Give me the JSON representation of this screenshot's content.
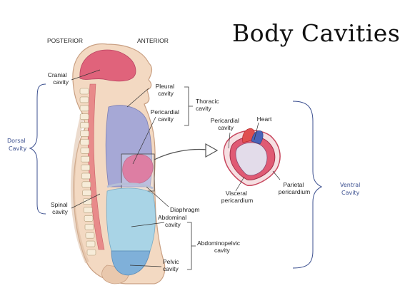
{
  "title": "Body Cavities",
  "orientation": {
    "posterior": "POSTERIOR",
    "anterior": "ANTERIOR"
  },
  "labels": {
    "cranial_cavity": [
      "Cranial",
      "cavity"
    ],
    "spinal_cavity": [
      "Spinal",
      "cavity"
    ],
    "pleural_cavity": [
      "Pleural",
      "cavity"
    ],
    "pericardial_cavity_body": [
      "Pericardial",
      "cavity"
    ],
    "thoracic_cavity": [
      "Thoracic",
      "cavity"
    ],
    "diaphragm": "Diaphragm",
    "abdominal_cavity": [
      "Abdominal",
      "cavity"
    ],
    "pelvic_cavity": [
      "Pelvic",
      "cavity"
    ],
    "abdominopelvic_cavity": [
      "Abdominopelvic",
      "cavity"
    ]
  },
  "heart_inset": {
    "pericardial_cavity": [
      "Pericardial",
      "cavity"
    ],
    "heart": "Heart",
    "visceral_pericardium": [
      "Visceral",
      "pericardium"
    ],
    "parietal_pericardium": [
      "Parietal",
      "pericardium"
    ]
  },
  "groups": {
    "dorsal": [
      "Dorsal",
      "Cavity"
    ],
    "ventral": [
      "Ventral",
      "Cavity"
    ]
  },
  "colors": {
    "skin": "#f3d9c2",
    "skin_outline": "#c9a083",
    "cranial": "#e0637b",
    "spinal": "#e88a8a",
    "thoracic": "#a6a8d6",
    "pericardial": "#d8457a",
    "abdominal": "#a9d4e6",
    "pelvic": "#7fb0d9",
    "label_blue": "#3b4f8f"
  }
}
